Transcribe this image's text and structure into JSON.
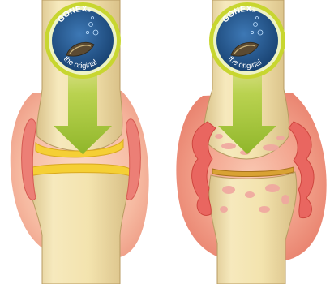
{
  "badges": [
    {
      "brand": "GONEX",
      "trademark": "®",
      "tagline": "the original"
    },
    {
      "brand": "GONEX",
      "trademark": "®",
      "tagline": "the original"
    }
  ],
  "colors": {
    "background": "#ffffff",
    "badge_ring": "#c8d630",
    "badge_inner": "#1f4f86",
    "arrow": "#a9c93a",
    "bone": "#f1dfa9",
    "cartilage": "#f5cf35",
    "capsule": "#f08f80",
    "inflamed_tissue": "#e96660"
  },
  "icons": [
    "mussel-shell-icon",
    "arrow-down-icon",
    "healthy-knee-joint",
    "arthritic-knee-joint"
  ]
}
